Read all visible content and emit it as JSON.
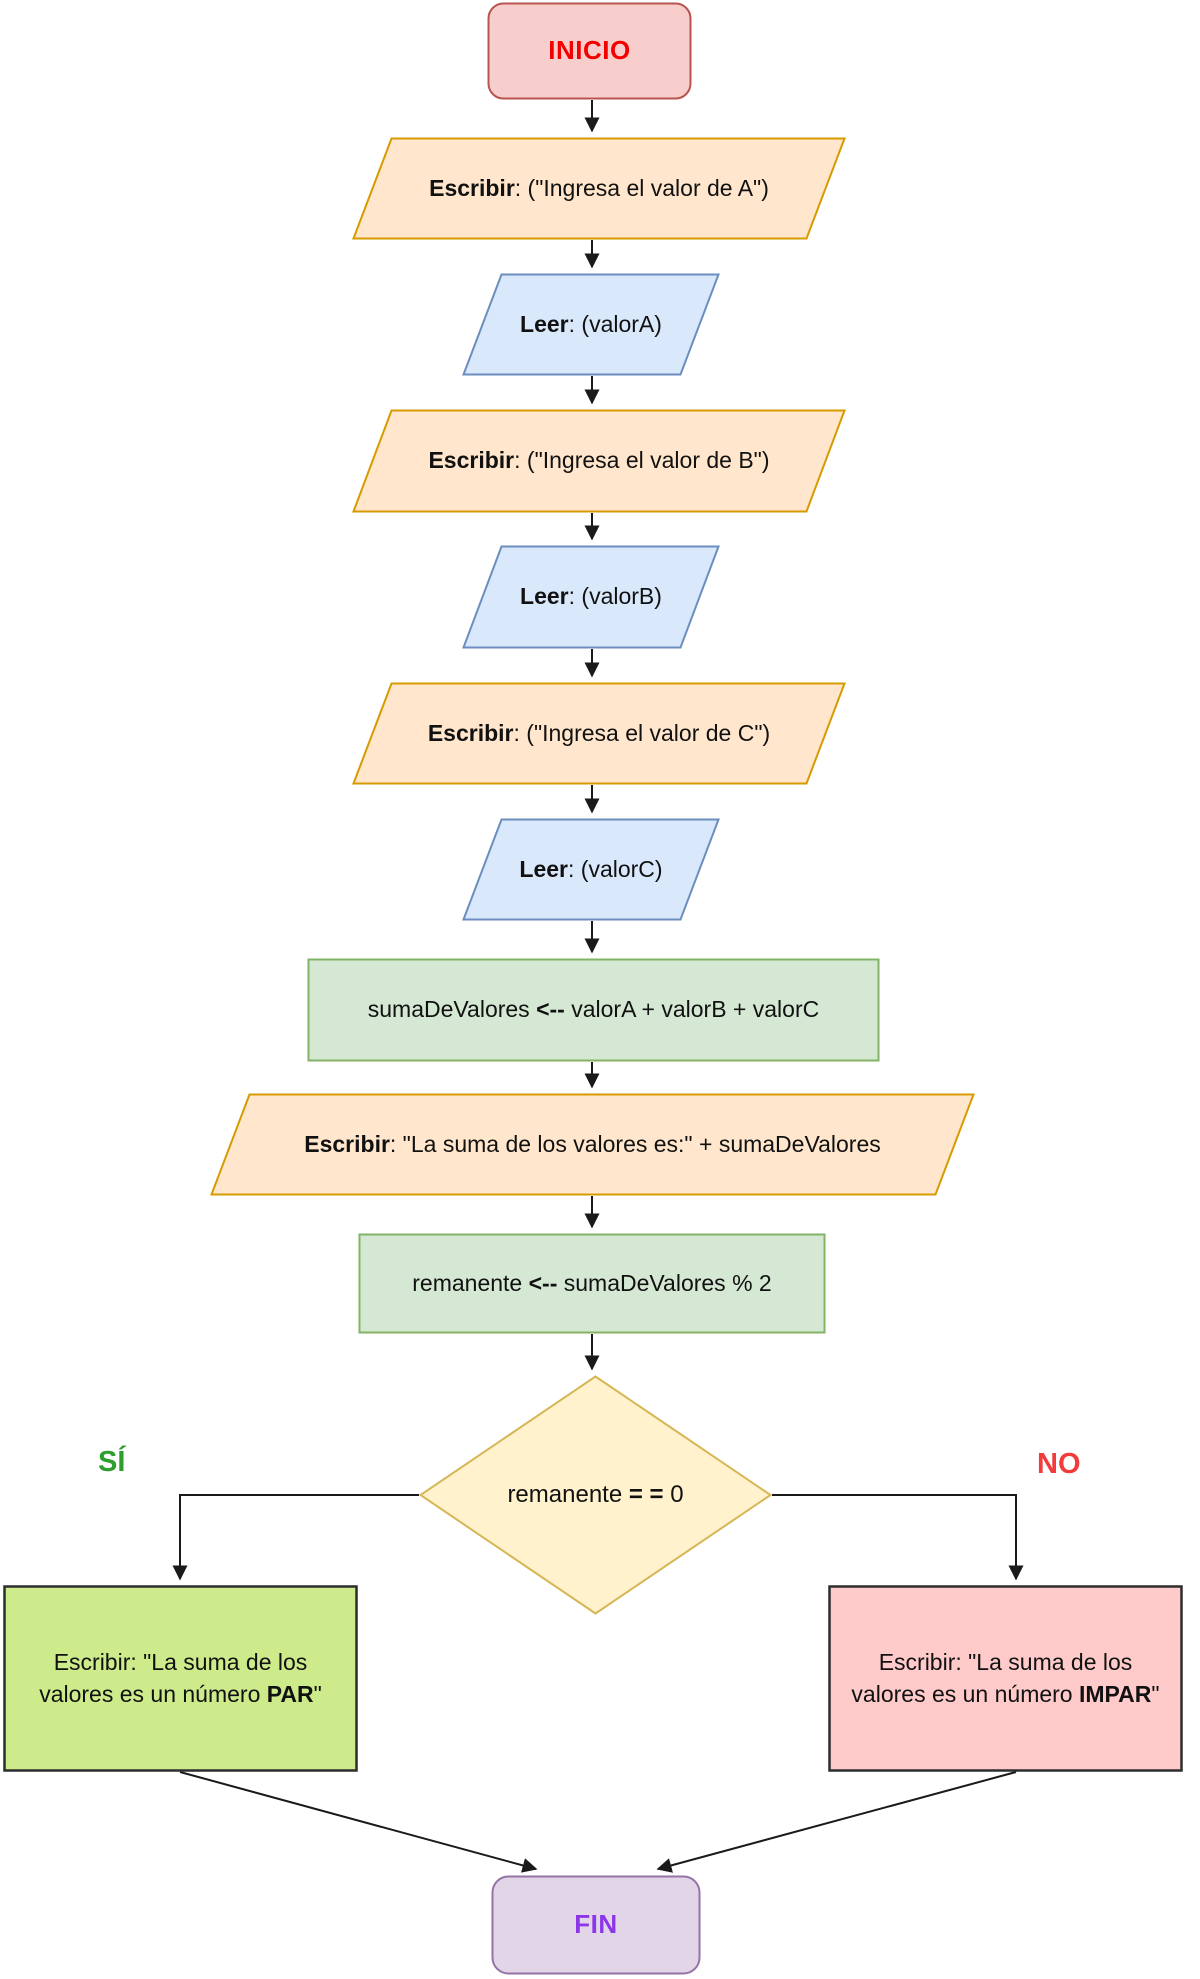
{
  "nodes": {
    "start": {
      "text": "INICIO"
    },
    "write_a": {
      "bold": "Escribir",
      "rest": ": (\"Ingresa el valor de A\")"
    },
    "read_a": {
      "bold": "Leer",
      "rest": ": (valorA)"
    },
    "write_b": {
      "bold": "Escribir",
      "rest": ": (\"Ingresa el valor de B\")"
    },
    "read_b": {
      "bold": "Leer",
      "rest": ": (valorB)"
    },
    "write_c": {
      "bold": "Escribir",
      "rest": ": (\"Ingresa el valor de C\")"
    },
    "read_c": {
      "bold": "Leer",
      "rest": ": (valorC)"
    },
    "sum": {
      "pre": "sumaDeValores ",
      "bold": "<--",
      "post": " valorA + valorB + valorC"
    },
    "write_sum": {
      "bold": "Escribir",
      "rest": ": \"La suma de los valores es:\" + sumaDeValores"
    },
    "remainder": {
      "pre": "remanente ",
      "bold": "<--",
      "post": " sumaDeValores % 2"
    },
    "decision": {
      "pre": "remanente ",
      "bold": "= =",
      "post": " 0"
    },
    "even": {
      "pre": "Escribir: \"La suma de los valores es un número ",
      "bold": "PAR",
      "post": "\""
    },
    "odd": {
      "pre": "Escribir: \"La suma de los valores es un número ",
      "bold": "IMPAR",
      "post": "\""
    },
    "end": {
      "text": "FIN"
    }
  },
  "edge_labels": {
    "yes": "SÍ",
    "no": "NO"
  },
  "colors": {
    "start": {
      "fill": "#f8cecc",
      "stroke": "#b85450",
      "text": "#f50000"
    },
    "io": {
      "fill": "#ffe6cc",
      "stroke": "#d79b00"
    },
    "input": {
      "fill": "#dae8fc",
      "stroke": "#6c8ebf"
    },
    "process": {
      "fill": "#d5e8d4",
      "stroke": "#82b366"
    },
    "decision": {
      "fill": "#fff2cc",
      "stroke": "#d6b656"
    },
    "even": {
      "fill": "#cdeb8b",
      "stroke": "#2d2d2d"
    },
    "odd": {
      "fill": "#ffcaca",
      "stroke": "#2d2d2d"
    },
    "end": {
      "fill": "#e1d5e7",
      "stroke": "#9673a6",
      "text": "#8c36e8"
    },
    "yes_text": "#2e9e2e",
    "no_text": "#f23b3b",
    "connector": "#1a1a1a",
    "node_text": "#111111"
  }
}
